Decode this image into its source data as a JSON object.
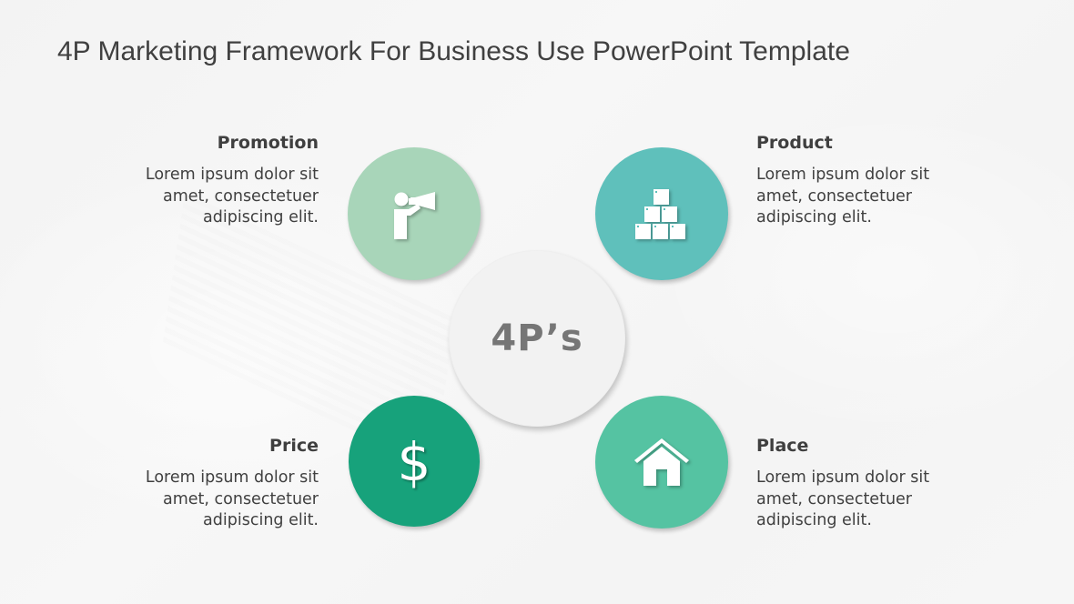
{
  "slide": {
    "title": "4P Marketing Framework For Business Use PowerPoint Template",
    "background_color": "#f5f5f5",
    "center": {
      "label": "4P’s",
      "color": "#f2f2f2",
      "text_color": "#767676"
    },
    "items": [
      {
        "key": "promotion",
        "heading": "Promotion",
        "body": "Lorem ipsum dolor sit amet, consectetuer adipiscing elit.",
        "icon": "megaphone-person-icon",
        "color": "#a8d5b9",
        "position": "top-left"
      },
      {
        "key": "product",
        "heading": "Product",
        "body": "Lorem ipsum dolor sit amet, consectetuer adipiscing elit.",
        "icon": "stacked-boxes-icon",
        "color": "#5fc0bb",
        "position": "top-right"
      },
      {
        "key": "price",
        "heading": "Price",
        "body": "Lorem ipsum dolor sit amet, consectetuer adipiscing elit.",
        "icon": "dollar-sign-icon",
        "icon_glyph": "$",
        "color": "#17a27b",
        "position": "bottom-left"
      },
      {
        "key": "place",
        "heading": "Place",
        "body": "Lorem ipsum dolor sit amet, consectetuer adipiscing elit.",
        "icon": "house-icon",
        "color": "#55c3a2",
        "position": "bottom-right"
      }
    ]
  }
}
